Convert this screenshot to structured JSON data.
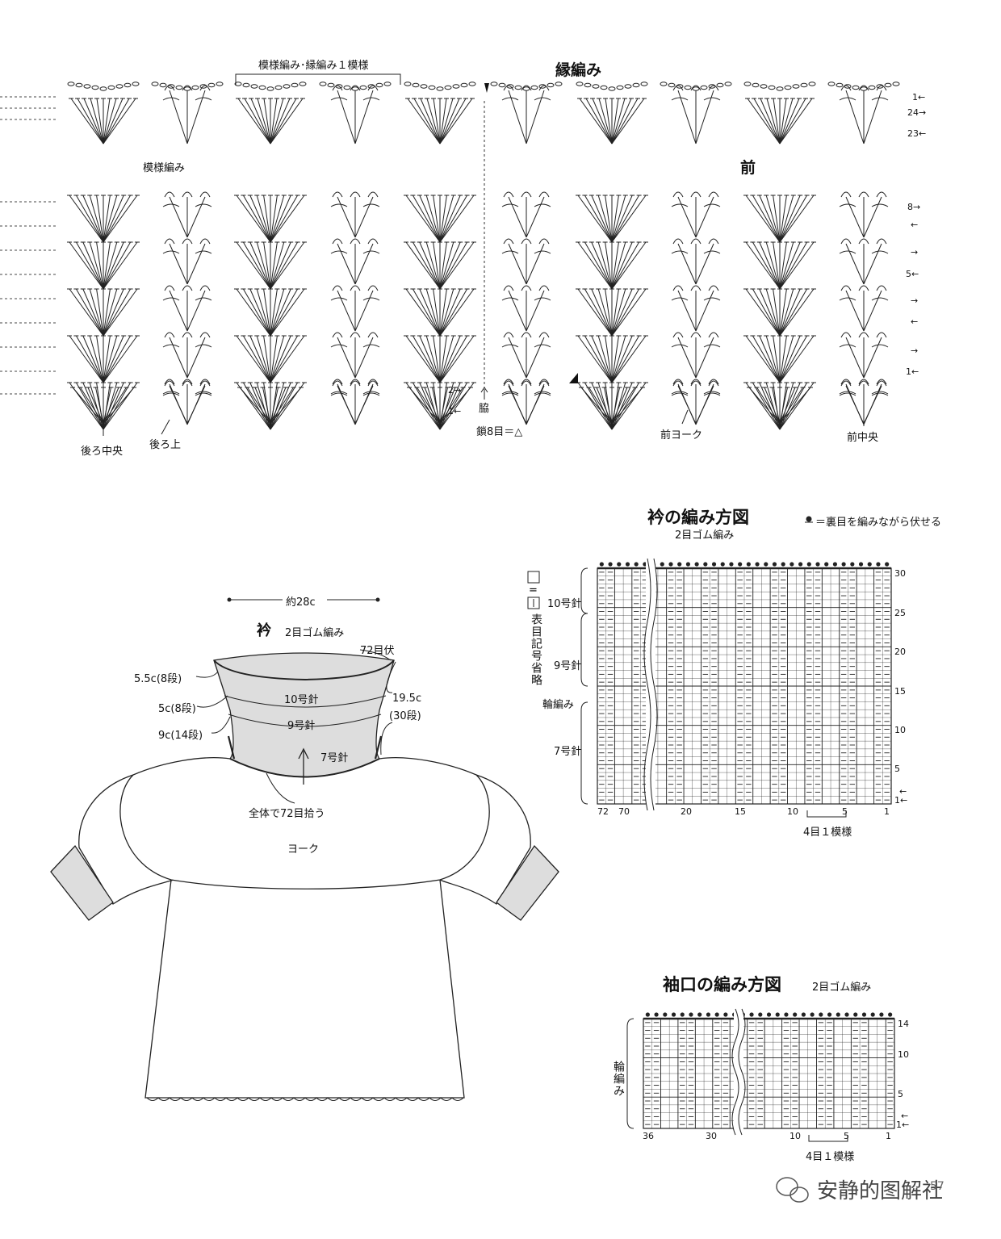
{
  "crochet_chart": {
    "repeat_label": "模様編み･縁編み１模様",
    "edging_label": "縁編み",
    "pattern_label": "模様編み",
    "front_label": "前",
    "back_center": "後ろ中央",
    "back_top": "後ろ上",
    "side": "脇",
    "chain_note": "鎖8目＝△",
    "front_yoke": "前ヨーク",
    "front_center": "前中央",
    "row_marks": [
      {
        "text": "1←"
      },
      {
        "text": "24→"
      },
      {
        "text": "23←"
      },
      {
        "text": "8→"
      },
      {
        "text": "←"
      },
      {
        "text": "→"
      },
      {
        "text": "5←"
      },
      {
        "text": "→"
      },
      {
        "text": "←"
      },
      {
        "text": "→"
      },
      {
        "text": "1←"
      }
    ],
    "row_marks_left": [
      {
        "text": "2→"
      },
      {
        "text": "1←"
      }
    ]
  },
  "sweater": {
    "width_note": "約28c",
    "collar_title": "衿",
    "collar_rib": "2目ゴム編み",
    "bind_off": "72目伏",
    "rows_top": "5.5c(8段)",
    "rows_mid": "5c(8段)",
    "rows_low": "9c(14段)",
    "height_1": "19.5c",
    "height_2": "(30段)",
    "needle_10": "10号針",
    "needle_9": "9号針",
    "needle_7": "7号針",
    "pick_up": "全体で72目拾う",
    "yoke": "ヨーク"
  },
  "collar_chart": {
    "title": "衿の編み方図",
    "subtitle": "2目ゴム編み",
    "legend": "＝裏目を編みながら伏せる",
    "symbol_note": "表目記号省略",
    "needle_10": "10号針",
    "needle_9": "9号針",
    "round": "輪編み",
    "needle_7": "7号針",
    "row_labels": [
      "30",
      "25",
      "20",
      "15",
      "10",
      "5",
      "←",
      "1←"
    ],
    "col_labels": [
      "72",
      "70",
      "20",
      "15",
      "10",
      "5",
      "1"
    ],
    "repeat": "4目１模様"
  },
  "cuff_chart": {
    "title": "袖口の編み方図",
    "subtitle": "2目ゴム編み",
    "round": "輪編み",
    "row_labels": [
      "14",
      "10",
      "5",
      "←",
      "1←"
    ],
    "col_labels": [
      "36",
      "30",
      "10",
      "5",
      "1"
    ],
    "repeat": "4目１模様"
  },
  "footer": {
    "watermark": "安静的图解社",
    "page": "57"
  }
}
